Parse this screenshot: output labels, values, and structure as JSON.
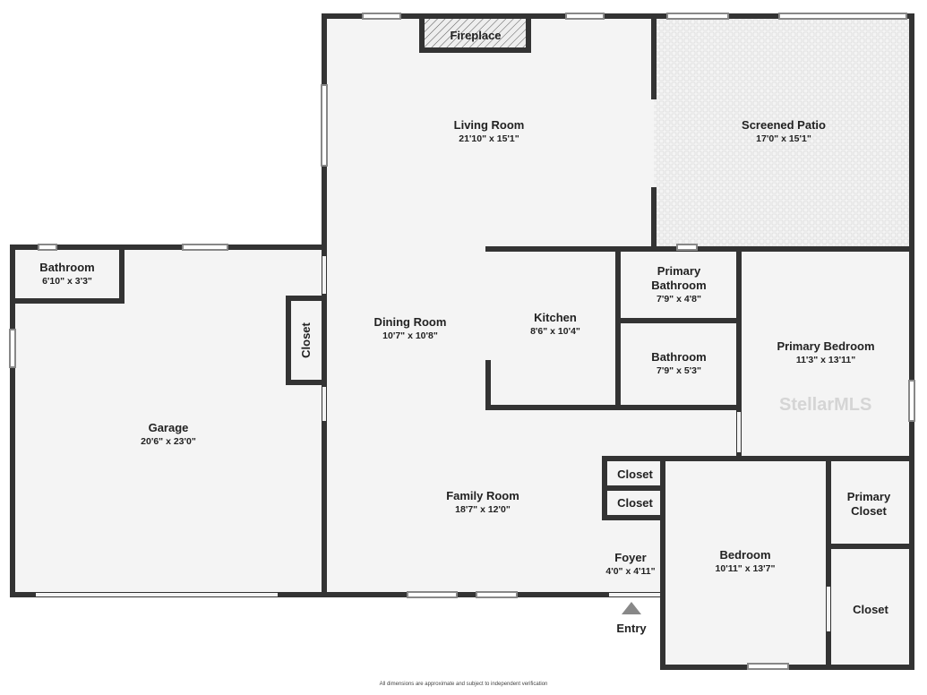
{
  "rooms": [
    {
      "name": "Fireplace",
      "dims": ""
    },
    {
      "name": "Living Room",
      "dims": "21'10\" x 15'1\""
    },
    {
      "name": "Screened Patio",
      "dims": "17'0\" x 15'1\""
    },
    {
      "name": "Bathroom",
      "dims": "6'10\" x 3'3\""
    },
    {
      "name": "Dining Room",
      "dims": "10'7\" x 10'8\""
    },
    {
      "name": "Kitchen",
      "dims": "8'6\" x 10'4\""
    },
    {
      "name": "Primary Bathroom",
      "dims": "7'9\" x 4'8\""
    },
    {
      "name": "Bathroom",
      "dims": "7'9\" x 5'3\""
    },
    {
      "name": "Primary Bedroom",
      "dims": "11'3\" x 13'11\""
    },
    {
      "name": "Garage",
      "dims": "20'6\" x 23'0\""
    },
    {
      "name": "Closet",
      "dims": ""
    },
    {
      "name": "Family Room",
      "dims": "18'7\" x 12'0\""
    },
    {
      "name": "Closet",
      "dims": ""
    },
    {
      "name": "Closet",
      "dims": ""
    },
    {
      "name": "Primary Closet",
      "dims": ""
    },
    {
      "name": "Foyer",
      "dims": "4'0\" x 4'11\""
    },
    {
      "name": "Bedroom",
      "dims": "10'11\" x 13'7\""
    },
    {
      "name": "Closet",
      "dims": ""
    },
    {
      "name": "Entry",
      "dims": ""
    }
  ],
  "footer": "All dimensions are approximate and subject to independent verification",
  "watermark": "StellarMLS",
  "colors": {
    "wall": "#333333",
    "floor": "#f4f4f4"
  }
}
